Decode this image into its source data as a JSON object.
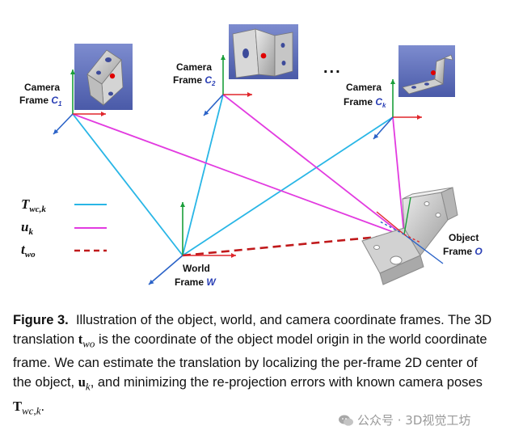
{
  "diagram": {
    "cameras": [
      {
        "label": "Camera",
        "frame": "Frame",
        "symbol": "C",
        "subscript": "1"
      },
      {
        "label": "Camera",
        "frame": "Frame",
        "symbol": "C",
        "subscript": "2"
      },
      {
        "label": "Camera",
        "frame": "Frame",
        "symbol": "C",
        "subscript": "k"
      }
    ],
    "ellipsis": "...",
    "world": {
      "label": "World",
      "frame": "Frame",
      "symbol": "W"
    },
    "object": {
      "label": "Object",
      "frame": "Frame",
      "symbol": "O"
    },
    "legend": [
      {
        "symbol": "T",
        "subscript": "wc,k",
        "color": "#29b6e6",
        "style": "solid"
      },
      {
        "symbol": "u",
        "subscript": "k",
        "color": "#e23be0",
        "style": "solid"
      },
      {
        "symbol": "t",
        "subscript": "wo",
        "color": "#c0191b",
        "style": "dashed"
      }
    ],
    "colors": {
      "axis_x": "#e0262b",
      "axis_y": "#1a9e3a",
      "axis_z": "#2b63c8"
    }
  },
  "caption": {
    "label": "Figure 3.",
    "p1": "Illustration of the object, world, and camera coordinate frames. The 3D translation ",
    "m1": "t",
    "m1sub": "wo",
    "p2": " is the coordinate of the object model origin in the world coordinate frame. We can estimate the translation by localizing the per-frame 2D center of the object, ",
    "m2": "u",
    "m2sub": "k",
    "p3": ", and minimizing the re-projection errors with known camera poses ",
    "m3": "T",
    "m3sub": "wc,k",
    "p4": "."
  },
  "watermark": {
    "text": "公众号 · 3D视觉工坊",
    "icon": "wechat-icon"
  }
}
